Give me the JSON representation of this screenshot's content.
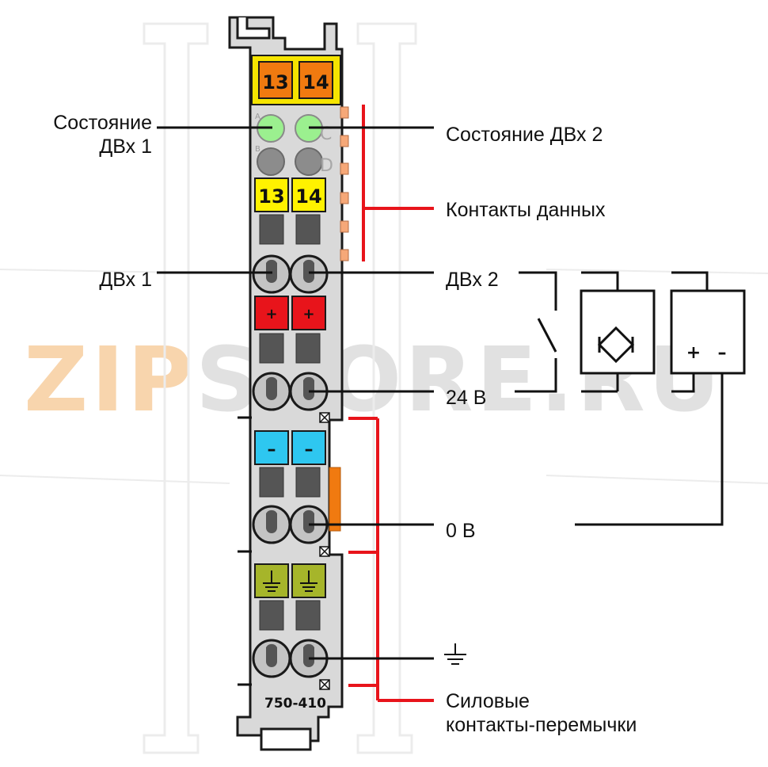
{
  "module": {
    "model": "750-410",
    "top_labels": [
      "13",
      "14"
    ],
    "led_letters": [
      "A",
      "B",
      "C",
      "D"
    ],
    "terminal_marks": {
      "di": [
        "13",
        "14"
      ],
      "plus": "+",
      "minus": "–"
    },
    "colors": {
      "housing": "#d9d9d9",
      "top_bar": "#f5e400",
      "top_label": "#f07a10",
      "led_on": "#9bf08f",
      "led_off": "#8c8c8c",
      "di_label": "#fff200",
      "plus_label": "#e8141b",
      "minus_label": "#2ec7f0",
      "ground_label": "#a6b52a",
      "contact": "#f6a878",
      "red_line": "#e8141b"
    }
  },
  "labels": {
    "status_di1": "Состояние\nДВх 1",
    "status_di2": "Состояние ДВх 2",
    "data_contacts": "Контакты данных",
    "di1": "ДВх 1",
    "di2": "ДВх 2",
    "v24": "24 В",
    "v0": "0 В",
    "power_jumpers": "Силовые\nконтакты-перемычки"
  },
  "supply": {
    "plus": "+",
    "minus": "–"
  },
  "watermark": {
    "part1": "ZIP",
    "part2": "STORE.RU"
  }
}
